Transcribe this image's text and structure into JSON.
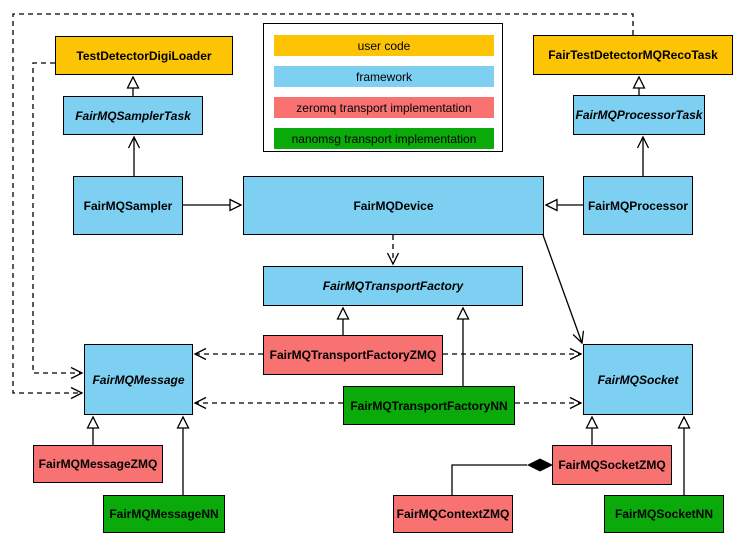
{
  "diagram": {
    "type": "uml-class-diagram",
    "legend": {
      "items": [
        {
          "label": "user code",
          "color": "#FCC405"
        },
        {
          "label": "framework",
          "color": "#7DD0F1"
        },
        {
          "label": "zeromq transport implementation",
          "color": "#F87272"
        },
        {
          "label": "nanomsg transport implementation",
          "color": "#0AAA0A"
        }
      ]
    },
    "nodes": [
      {
        "label": "TestDetectorDigiLoader",
        "category": "user code",
        "abstract": false
      },
      {
        "label": "FairTestDetectorMQRecoTask",
        "category": "user code",
        "abstract": false
      },
      {
        "label": "FairMQSamplerTask",
        "category": "framework",
        "abstract": true
      },
      {
        "label": "FairMQProcessorTask",
        "category": "framework",
        "abstract": true
      },
      {
        "label": "FairMQSampler",
        "category": "framework",
        "abstract": false
      },
      {
        "label": "FairMQDevice",
        "category": "framework",
        "abstract": false
      },
      {
        "label": "FairMQProcessor",
        "category": "framework",
        "abstract": false
      },
      {
        "label": "FairMQTransportFactory",
        "category": "framework",
        "abstract": true
      },
      {
        "label": "FairMQTransportFactoryZMQ",
        "category": "zeromq transport implementation",
        "abstract": false
      },
      {
        "label": "FairMQTransportFactoryNN",
        "category": "nanomsg transport implementation",
        "abstract": false
      },
      {
        "label": "FairMQMessage",
        "category": "framework",
        "abstract": true
      },
      {
        "label": "FairMQSocket",
        "category": "framework",
        "abstract": true
      },
      {
        "label": "FairMQMessageZMQ",
        "category": "zeromq transport implementation",
        "abstract": false
      },
      {
        "label": "FairMQMessageNN",
        "category": "nanomsg transport implementation",
        "abstract": false
      },
      {
        "label": "FairMQContextZMQ",
        "category": "zeromq transport implementation",
        "abstract": false
      },
      {
        "label": "FairMQSocketZMQ",
        "category": "zeromq transport implementation",
        "abstract": false
      },
      {
        "label": "FairMQSocketNN",
        "category": "nanomsg transport implementation",
        "abstract": false
      }
    ],
    "edges": [
      {
        "from": "FairMQSamplerTask",
        "to": "TestDetectorDigiLoader",
        "relation": "generalization",
        "line": "solid"
      },
      {
        "from": "FairMQSampler",
        "to": "FairMQSamplerTask",
        "relation": "association",
        "line": "solid"
      },
      {
        "from": "FairMQProcessorTask",
        "to": "FairTestDetectorMQRecoTask",
        "relation": "generalization",
        "line": "solid"
      },
      {
        "from": "FairMQProcessor",
        "to": "FairMQProcessorTask",
        "relation": "association",
        "line": "solid"
      },
      {
        "from": "FairMQSampler",
        "to": "FairMQDevice",
        "relation": "generalization",
        "line": "solid"
      },
      {
        "from": "FairMQProcessor",
        "to": "FairMQDevice",
        "relation": "generalization",
        "line": "solid"
      },
      {
        "from": "FairMQDevice",
        "to": "FairMQTransportFactory",
        "relation": "dependency",
        "line": "dashed"
      },
      {
        "from": "FairMQDevice",
        "to": "FairMQSocket",
        "relation": "association",
        "line": "solid"
      },
      {
        "from": "FairMQTransportFactoryZMQ",
        "to": "FairMQTransportFactory",
        "relation": "generalization",
        "line": "solid"
      },
      {
        "from": "FairMQTransportFactoryNN",
        "to": "FairMQTransportFactory",
        "relation": "generalization",
        "line": "solid"
      },
      {
        "from": "FairMQTransportFactoryZMQ",
        "to": "FairMQMessage",
        "relation": "dependency",
        "line": "dashed"
      },
      {
        "from": "FairMQTransportFactoryZMQ",
        "to": "FairMQSocket",
        "relation": "dependency",
        "line": "dashed"
      },
      {
        "from": "FairMQTransportFactoryNN",
        "to": "FairMQMessage",
        "relation": "dependency",
        "line": "dashed"
      },
      {
        "from": "FairMQTransportFactoryNN",
        "to": "FairMQSocket",
        "relation": "dependency",
        "line": "dashed"
      },
      {
        "from": "TestDetectorDigiLoader",
        "to": "FairMQMessage",
        "relation": "dependency",
        "line": "dashed"
      },
      {
        "from": "FairTestDetectorMQRecoTask",
        "to": "FairMQMessage",
        "relation": "dependency",
        "line": "dashed"
      },
      {
        "from": "FairMQMessageZMQ",
        "to": "FairMQMessage",
        "relation": "generalization",
        "line": "solid"
      },
      {
        "from": "FairMQMessageNN",
        "to": "FairMQMessage",
        "relation": "generalization",
        "line": "solid"
      },
      {
        "from": "FairMQSocketZMQ",
        "to": "FairMQSocket",
        "relation": "generalization",
        "line": "solid"
      },
      {
        "from": "FairMQSocketNN",
        "to": "FairMQSocket",
        "relation": "generalization",
        "line": "solid"
      },
      {
        "from": "FairMQContextZMQ",
        "to": "FairMQSocketZMQ",
        "relation": "composition",
        "line": "solid"
      }
    ]
  }
}
